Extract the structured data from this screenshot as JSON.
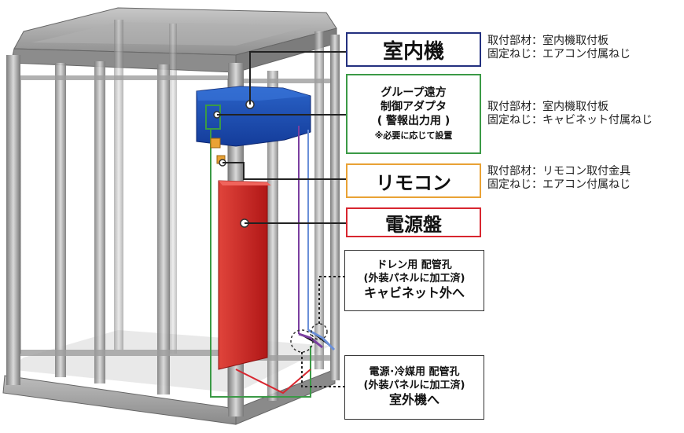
{
  "labels": {
    "indoor_unit": "室内機",
    "group_adapter": {
      "line1": "グループ遠方",
      "line2": "制御アダプタ",
      "line3": "( 警報出力用 )",
      "line4": "※必要に応じて設置"
    },
    "remote": "リモコン",
    "power_panel": "電源盤",
    "drain_hole": {
      "line1": "ドレン用 配管孔",
      "line2": "(外装パネルに加工済)",
      "line3": "キャビネット外へ"
    },
    "pipe_hole": {
      "line1": "電源･冷媒用 配管孔",
      "line2": "(外装パネルに加工済)",
      "line3": "室外機へ"
    }
  },
  "notes": {
    "indoor_unit": {
      "mount": "取付部材：室内機取付板",
      "screw": "固定ねじ：エアコン付属ねじ"
    },
    "group_adapter": {
      "mount": "取付部材：室内機取付板",
      "screw": "固定ねじ：キャビネット付属ねじ"
    },
    "remote": {
      "mount": "取付部材：リモコン取付金具",
      "screw": "固定ねじ：エアコン付属ねじ"
    }
  },
  "colors": {
    "indoor_unit": "#23307f",
    "group_adapter": "#3b9a46",
    "remote": "#e9a235",
    "power_panel": "#d8262f",
    "frame": "#9a9a9a"
  }
}
